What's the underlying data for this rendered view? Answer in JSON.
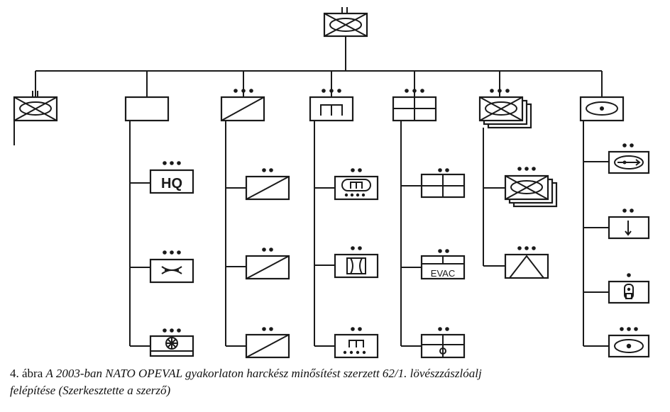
{
  "diagram": {
    "unit_labels": {
      "hq": "HQ",
      "evac": "EVAC"
    }
  },
  "caption": {
    "number": "4. ábra",
    "text_line1": "A 2003-ban NATO OPEVAL gyakorlaton harckész minősítést szerzett 62/1. lövészzászlóalj",
    "text_line2": "felépítése (Szerkesztette a szerző)"
  },
  "colors": {
    "line": "#1a1a1a",
    "background": "#ffffff"
  }
}
